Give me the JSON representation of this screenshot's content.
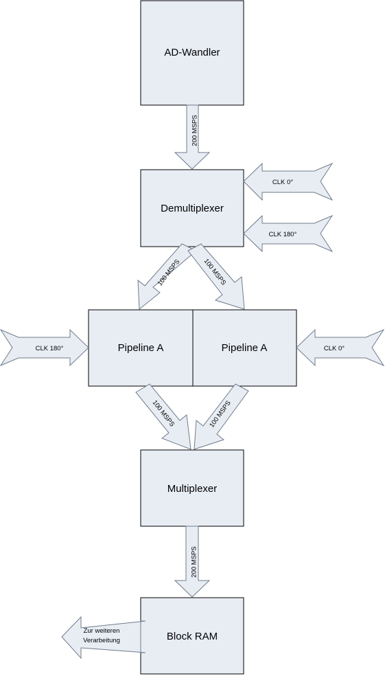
{
  "blocks": {
    "ad_wandler": "AD-Wandler",
    "demultiplexer": "Demultiplexer",
    "pipeline_left": "Pipeline A",
    "pipeline_right": "Pipeline A",
    "multiplexer": "Multiplexer",
    "block_ram": "Block RAM"
  },
  "arrows": {
    "ad_to_demux": "200 MSPS",
    "demux_to_pipeline_left": "100 MSPS",
    "demux_to_pipeline_right": "100 MSPS",
    "pipeline_left_to_mux": "100 MSPS",
    "pipeline_right_to_mux": "100 MSPS",
    "mux_to_ram": "200 MSPS"
  },
  "clocks": {
    "demux_top": "CLK 0°",
    "demux_bottom": "CLK 180°",
    "pipeline_left": "CLK 180°",
    "pipeline_right": "CLK 0°"
  },
  "output": {
    "line1": "Zur weiteren",
    "line2": "Verarbeitung"
  },
  "colors": {
    "block_fill": "#e8edf4",
    "arrow_stroke": "#6f7b8a"
  }
}
